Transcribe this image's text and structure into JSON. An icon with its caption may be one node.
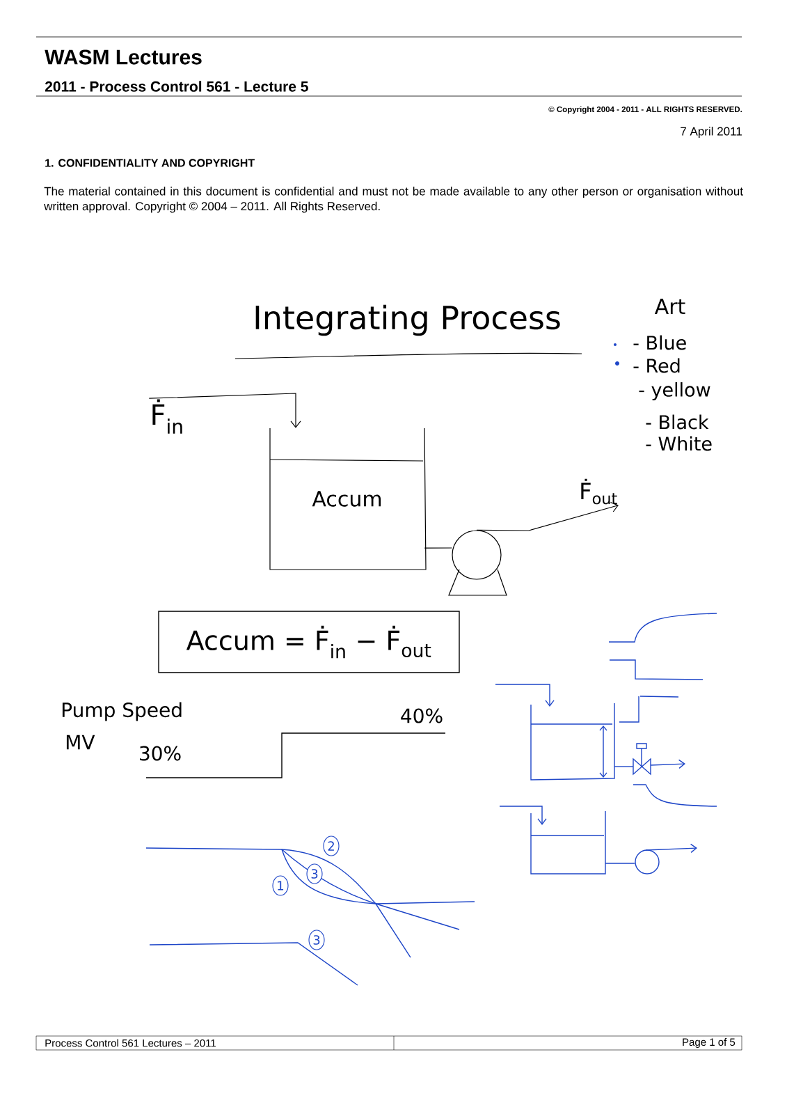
{
  "diagram": {
    "title": "Integrating Process",
    "nodes": [
      {
        "text": [
          "Accum"
        ]
      },
      {
        "text": [],
        "shape": "circle"
      },
      {
        "text": [
          "Accum = Ḟ$_{in}$ − Ḟ$_{out}$"
        ]
      },
      {
        "text": [
          "Ḟ$_{in}$"
        ]
      },
      {
        "text": [
          "Ḟ$_{out}$"
        ]
      }
    ],
    "edges": [
      {
        "from": 3,
        "to": 0,
        "arrow": "to"
      },
      {
        "from": 0,
        "to": 1,
        "arrow": "none"
      },
      {
        "from": 1,
        "to": 4,
        "arrow": "to"
      }
    ],
    "labels": [
      "WASM Lectures",
      "2011 - Process Control 561  - Lecture 5",
      "© Copyright 2004 - 2011 - ALL RIGHTS RESERVED.",
      "7 April 2011",
      "1.   CONFIDENTIALITY AND COPYRIGHT",
      "The material contained in this document is confidential and must not be made available to any other person or organisation without written approval. Copyright © 2004 – 2011. All Rights Reserved.",
      "Art",
      "- Blue",
      "- Red",
      "- yellow",
      "- Black",
      "- White",
      "Pump Speed",
      "MV",
      "30%",
      "40%",
      "2",
      "3",
      "1",
      "3",
      "Process Control 561 Lectures  –  2011",
      "Page 1 of 5"
    ]
  }
}
